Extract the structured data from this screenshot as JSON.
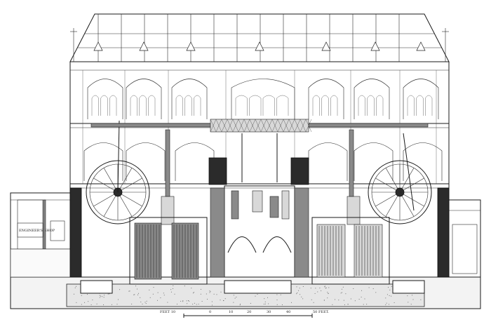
{
  "labels": {
    "side_room": "ENGINEER'S SHOP"
  },
  "scale_bar": {
    "left_caption": "FEET 10",
    "ticks": [
      "0",
      "10",
      "20",
      "30",
      "40"
    ],
    "right_caption": "50 FEET."
  },
  "colors": {
    "ink": "#1a1a1a",
    "paper": "#ffffff",
    "shade": "#8a8a8a"
  }
}
